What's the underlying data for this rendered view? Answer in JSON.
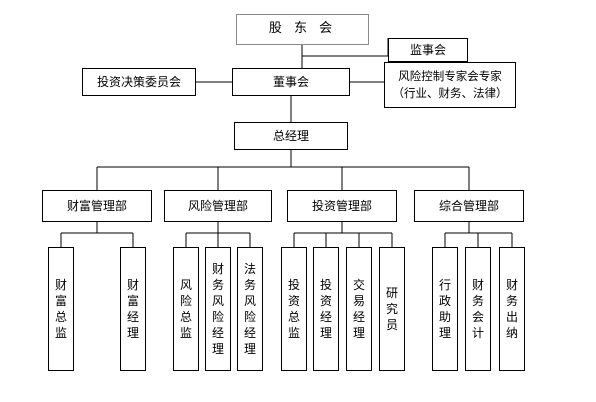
{
  "shareholders": "股 东 会",
  "supervisors": "监事会",
  "board": "董事会",
  "investment_committee": "投资决策委员会",
  "risk_experts": {
    "line1": "风险控制专家会专家",
    "line2": "（行业、财务、法律）"
  },
  "general_manager": "总经理",
  "departments": [
    {
      "name": "财富管理部",
      "positions": [
        "财富总监",
        "财富经理"
      ]
    },
    {
      "name": "风险管理部",
      "positions": [
        "风险总监",
        "财务风险经理",
        "法务风险经理"
      ]
    },
    {
      "name": "投资管理部",
      "positions": [
        "投资总监",
        "投资经理",
        "交易经理",
        "研究员"
      ]
    },
    {
      "name": "综合管理部",
      "positions": [
        "行政助理",
        "财务会计",
        "财务出纳"
      ]
    }
  ]
}
